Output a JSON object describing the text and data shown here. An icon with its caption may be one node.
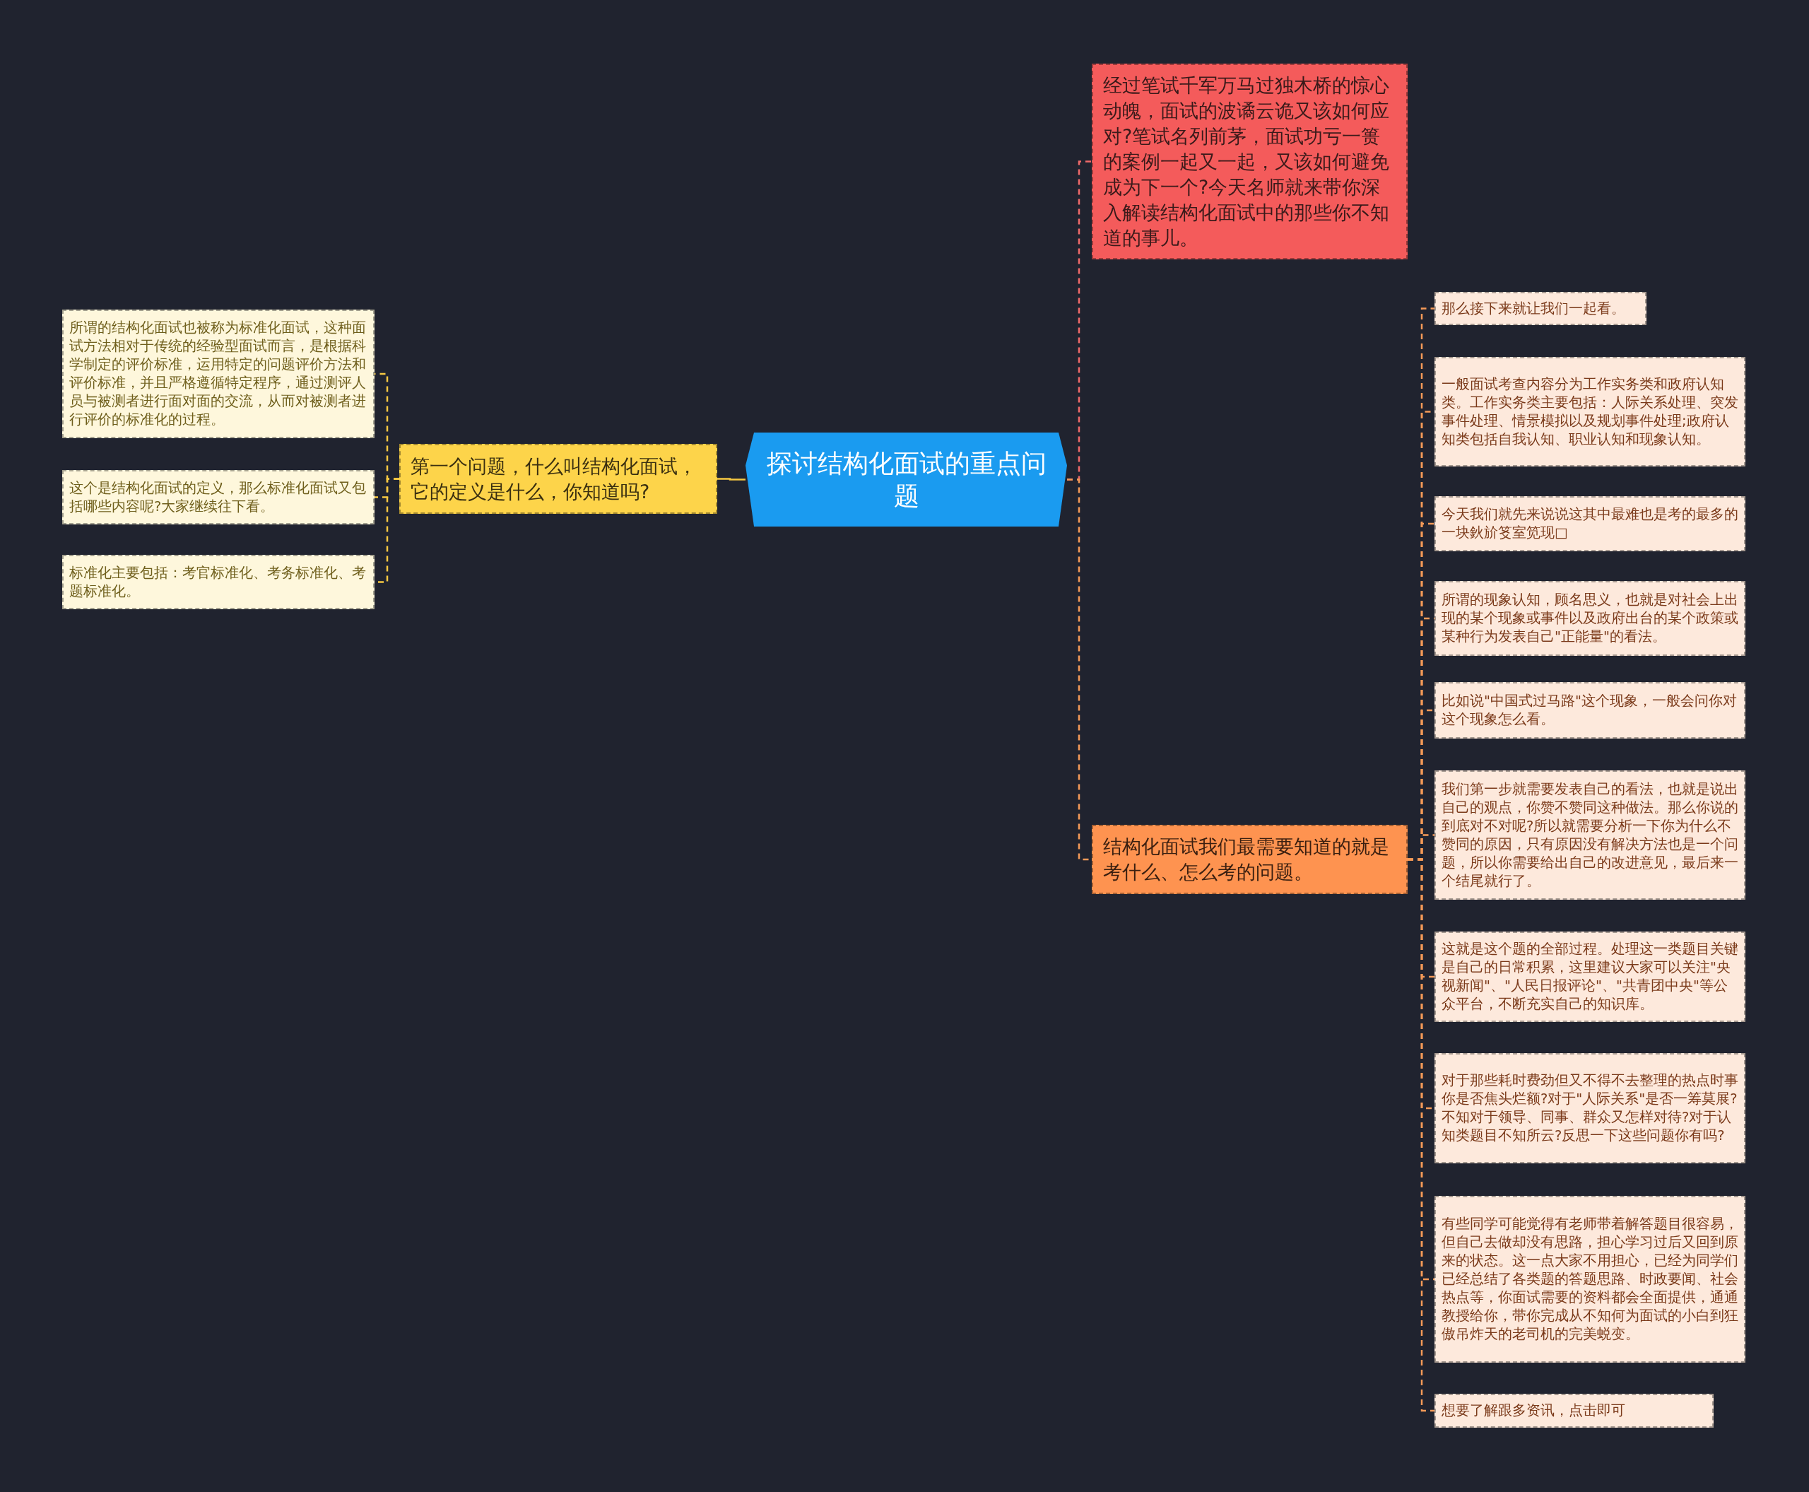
{
  "diagram": {
    "nodes": [
      {
        "text": [
          "探讨结构化面试的重点问题"
        ]
      },
      {
        "text": [
          "第一个问题，什么叫结构化面试，它的定义是什么，你知道吗?"
        ]
      },
      {
        "text": [
          "所谓的结构化面试也被称为标准化面试，这种面试方法相对于传统的经验型面试而言，是根据科学制定的评价标准，运用特定的问题评价方法和评价标准，并且严格遵循特定程序，通过测评人员与被测者进行面对面的交流，从而对被测者进行评价的标准化的过程。"
        ]
      },
      {
        "text": [
          "这个是结构化面试的定义，那么标准化面试又包括哪些内容呢?大家继续往下看。"
        ]
      },
      {
        "text": [
          "标准化主要包括：考官标准化、考务标准化、考题标准化。"
        ]
      },
      {
        "text": [
          "经过笔试千军万马过独木桥的惊心动魄，面试的波谲云诡又该如何应对?笔试名列前茅，面试功亏一篑的案例一起又一起，又该如何避免成为下一个?今天名师就来带你深入解读结构化面试中的那些你不知道的事儿。"
        ]
      },
      {
        "text": [
          "结构化面试我们最需要知道的就是考什么、怎么考的问题。"
        ]
      },
      {
        "text": [
          "那么接下来就让我们一起看。"
        ]
      },
      {
        "text": [
          "一般面试考查内容分为工作实务类和政府认知类。工作实务类主要包括：人际关系处理、突发事件处理、情景模拟以及规划事件处理;政府认知类包括自我认知、职业认知和现象认知。"
        ]
      },
      {
        "text": [
          "今天我们就先来说说这其中最难也是考的最多的一块鈥斺笅室笕现□"
        ]
      },
      {
        "text": [
          "所谓的现象认知，顾名思义，也就是对社会上出现的某个现象或事件以及政府出台的某个政策或某种行为发表自己\"正能量\"的看法。"
        ]
      },
      {
        "text": [
          "比如说\"中国式过马路\"这个现象，一般会问你对这个现象怎么看。"
        ]
      },
      {
        "text": [
          "我们第一步就需要发表自己的看法，也就是说出自己的观点，你赞不赞同这种做法。那么你说的到底对不对呢?所以就需要分析一下你为什么不赞同的原因，只有原因没有解决方法也是一个问题，所以你需要给出自己的改进意见，最后来一个结尾就行了。"
        ]
      },
      {
        "text": [
          "这就是这个题的全部过程。处理这一类题目关键是自己的日常积累，这里建议大家可以关注\"央视新闻\"、\"人民日报评论\"、\"共青团中央\"等公众平台，不断充实自己的知识库。"
        ]
      },
      {
        "text": [
          "对于那些耗时费劲但又不得不去整理的热点时事你是否焦头烂额?对于\"人际关系\"是否一筹莫展?不知对于领导、同事、群众又怎样对待?对于认知类题目不知所云?反思一下这些问题你有吗?"
        ]
      },
      {
        "text": [
          "有些同学可能觉得有老师带着解答题目很容易，但自己去做却没有思路，担心学习过后又回到原来的状态。这一点大家不用担心，已经为同学们已经总结了各类题的答题思路、时政要闻、社会热点等，你面试需要的资料都会全面提供，通通教授给你，带你完成从不知何为面试的小白到狂傲吊炸天的老司机的完美蜕变。"
        ]
      },
      {
        "text": [
          "想要了解跟多资讯，点击即可"
        ]
      }
    ],
    "edges": [
      {
        "from": 0,
        "to": 1,
        "arrow": "none",
        "color": "#f5c842"
      },
      {
        "from": 1,
        "to": 2,
        "arrow": "none",
        "style": "dashed",
        "color": "#f5c842"
      },
      {
        "from": 1,
        "to": 3,
        "arrow": "none",
        "style": "dashed",
        "color": "#f5c842"
      },
      {
        "from": 1,
        "to": 4,
        "arrow": "none",
        "style": "dashed",
        "color": "#f5c842"
      },
      {
        "from": 0,
        "to": 5,
        "arrow": "none",
        "style": "dashed",
        "color": "#f06a6a"
      },
      {
        "from": 0,
        "to": 6,
        "arrow": "none",
        "style": "dashed"
      },
      {
        "from": 6,
        "to": 7,
        "arrow": "none",
        "style": "dashed"
      },
      {
        "from": 6,
        "to": 8,
        "arrow": "none",
        "style": "dashed"
      },
      {
        "from": 6,
        "to": 9,
        "arrow": "none",
        "style": "dashed"
      },
      {
        "from": 6,
        "to": 10,
        "arrow": "none",
        "style": "dashed"
      },
      {
        "from": 6,
        "to": 11,
        "arrow": "none",
        "style": "dashed"
      },
      {
        "from": 6,
        "to": 12,
        "arrow": "none",
        "style": "dashed"
      },
      {
        "from": 6,
        "to": 13,
        "arrow": "none",
        "style": "dashed"
      },
      {
        "from": 6,
        "to": 14,
        "arrow": "none",
        "style": "dashed"
      },
      {
        "from": 6,
        "to": 15,
        "arrow": "none",
        "style": "dashed"
      },
      {
        "from": 6,
        "to": 16,
        "arrow": "none",
        "style": "dashed"
      }
    ]
  }
}
